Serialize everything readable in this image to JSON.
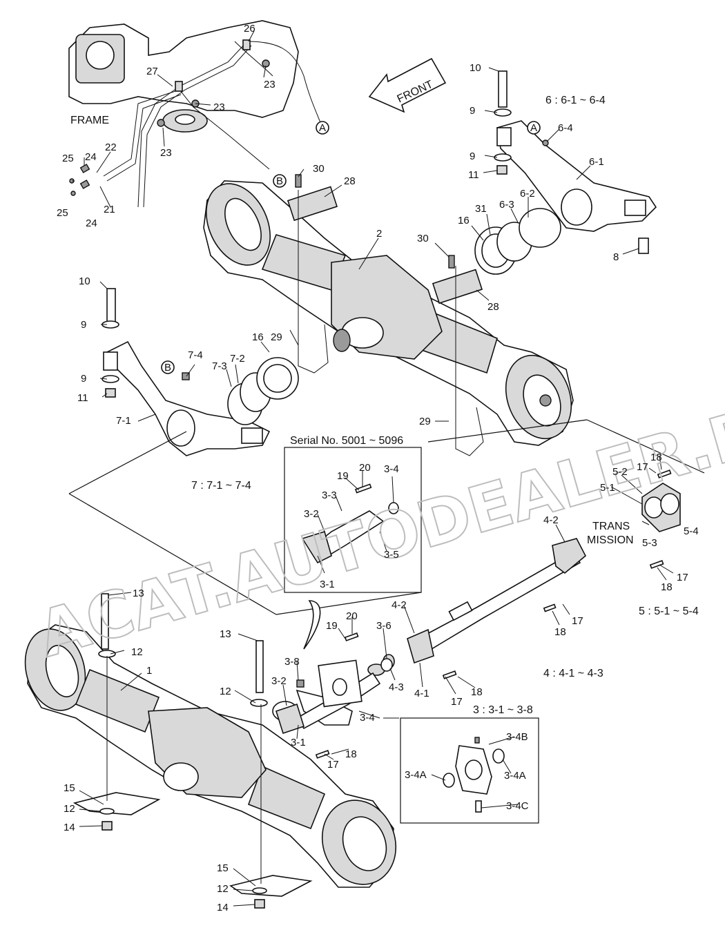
{
  "labels": {
    "frame": "FRAME",
    "front": "FRONT",
    "serial": "Serial No. 5001 ~ 5096",
    "transmission_1": "TRANS",
    "transmission_2": "MISSION",
    "group_6": "6 : 6-1 ~ 6-4",
    "group_7": "7 : 7-1 ~ 7-4",
    "group_5": "5 : 5-1 ~ 5-4",
    "group_4": "4 : 4-1 ~ 4-3",
    "group_3": "3 : 3-1 ~ 3-8",
    "watermark": "ACAT.AUTODEALER.RU"
  },
  "callouts": [
    {
      "id": "c26",
      "text": "26"
    },
    {
      "id": "c27",
      "text": "27"
    },
    {
      "id": "c23a",
      "text": "23"
    },
    {
      "id": "c23b",
      "text": "23"
    },
    {
      "id": "c23c",
      "text": "23"
    },
    {
      "id": "cA1",
      "text": "A"
    },
    {
      "id": "c22",
      "text": "22"
    },
    {
      "id": "c25a",
      "text": "25"
    },
    {
      "id": "c24a",
      "text": "24"
    },
    {
      "id": "c25b",
      "text": "25"
    },
    {
      "id": "c21",
      "text": "21"
    },
    {
      "id": "c24b",
      "text": "24"
    },
    {
      "id": "cB1",
      "text": "B"
    },
    {
      "id": "c30a",
      "text": "30"
    },
    {
      "id": "c28a",
      "text": "28"
    },
    {
      "id": "c10a",
      "text": "10"
    },
    {
      "id": "c9a",
      "text": "9"
    },
    {
      "id": "c9b",
      "text": "9"
    },
    {
      "id": "c11a",
      "text": "11"
    },
    {
      "id": "cA2",
      "text": "A"
    },
    {
      "id": "c6_4",
      "text": "6-4"
    },
    {
      "id": "c6_1",
      "text": "6-1"
    },
    {
      "id": "c6_2",
      "text": "6-2"
    },
    {
      "id": "c6_3",
      "text": "6-3"
    },
    {
      "id": "c31",
      "text": "31"
    },
    {
      "id": "c16a",
      "text": "16"
    },
    {
      "id": "c8",
      "text": "8"
    },
    {
      "id": "c2",
      "text": "2"
    },
    {
      "id": "c30b",
      "text": "30"
    },
    {
      "id": "c28b",
      "text": "28"
    },
    {
      "id": "c10b",
      "text": "10"
    },
    {
      "id": "c9c",
      "text": "9"
    },
    {
      "id": "c29a",
      "text": "29"
    },
    {
      "id": "c16b",
      "text": "16"
    },
    {
      "id": "c7_4",
      "text": "7-4"
    },
    {
      "id": "cB2",
      "text": "B"
    },
    {
      "id": "c7_3",
      "text": "7-3"
    },
    {
      "id": "c7_2",
      "text": "7-2"
    },
    {
      "id": "c9d",
      "text": "9"
    },
    {
      "id": "c11b",
      "text": "11"
    },
    {
      "id": "c7_1",
      "text": "7-1"
    },
    {
      "id": "c29b",
      "text": "29"
    },
    {
      "id": "c18a",
      "text": "18"
    },
    {
      "id": "c17a",
      "text": "17"
    },
    {
      "id": "c5_2",
      "text": "5-2"
    },
    {
      "id": "c5_1",
      "text": "5-1"
    },
    {
      "id": "c5_3",
      "text": "5-3"
    },
    {
      "id": "c5_4",
      "text": "5-4"
    },
    {
      "id": "c17b",
      "text": "17"
    },
    {
      "id": "c18b",
      "text": "18"
    },
    {
      "id": "c4_2a",
      "text": "4-2"
    },
    {
      "id": "c17c",
      "text": "17"
    },
    {
      "id": "c18c",
      "text": "18"
    },
    {
      "id": "c20a",
      "text": "20"
    },
    {
      "id": "c19a",
      "text": "19"
    },
    {
      "id": "c3_4a",
      "text": "3-4"
    },
    {
      "id": "c3_3",
      "text": "3-3"
    },
    {
      "id": "c3_2a",
      "text": "3-2"
    },
    {
      "id": "c3_5",
      "text": "3-5"
    },
    {
      "id": "c3_1a",
      "text": "3-1"
    },
    {
      "id": "c13a",
      "text": "13"
    },
    {
      "id": "c12a",
      "text": "12"
    },
    {
      "id": "c1",
      "text": "1"
    },
    {
      "id": "c13b",
      "text": "13"
    },
    {
      "id": "c12b",
      "text": "12"
    },
    {
      "id": "c20b",
      "text": "20"
    },
    {
      "id": "c19b",
      "text": "19"
    },
    {
      "id": "c3_6",
      "text": "3-6"
    },
    {
      "id": "c4_2b",
      "text": "4-2"
    },
    {
      "id": "c3_8",
      "text": "3-8"
    },
    {
      "id": "c3_2b",
      "text": "3-2"
    },
    {
      "id": "c4_3",
      "text": "4-3"
    },
    {
      "id": "c4_1",
      "text": "4-1"
    },
    {
      "id": "c17d",
      "text": "17"
    },
    {
      "id": "c18d",
      "text": "18"
    },
    {
      "id": "c3_4b",
      "text": "3-4"
    },
    {
      "id": "c3_1b",
      "text": "3-1"
    },
    {
      "id": "c17e",
      "text": "17"
    },
    {
      "id": "c18e",
      "text": "18"
    },
    {
      "id": "c3_4B",
      "text": "3-4B"
    },
    {
      "id": "c3_4Aa",
      "text": "3-4A"
    },
    {
      "id": "c3_4Ab",
      "text": "3-4A"
    },
    {
      "id": "c3_4C",
      "text": "3-4C"
    },
    {
      "id": "c15a",
      "text": "15"
    },
    {
      "id": "c12c",
      "text": "12"
    },
    {
      "id": "c14a",
      "text": "14"
    },
    {
      "id": "c15b",
      "text": "15"
    },
    {
      "id": "c12d",
      "text": "12"
    },
    {
      "id": "c14b",
      "text": "14"
    }
  ]
}
